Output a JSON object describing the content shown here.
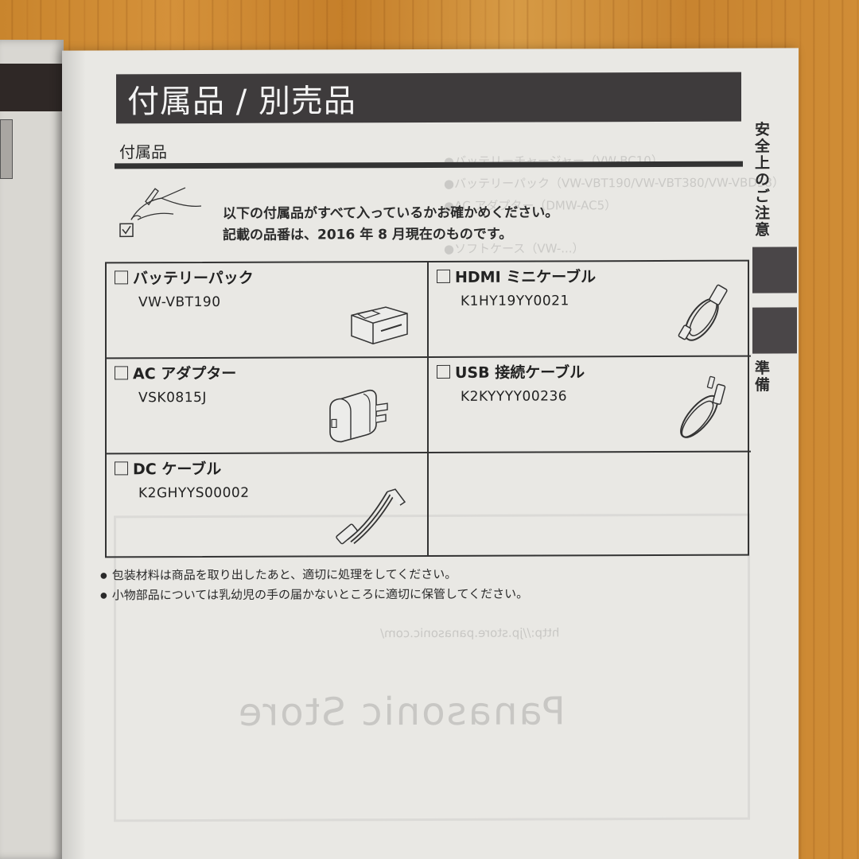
{
  "page": {
    "title": "付属品 / 別売品",
    "section_heading": "付属品",
    "intro_lines": [
      "以下の付属品がすべて入っているかお確かめください。",
      "記載の品番は、2016 年 8 月現在のものです。"
    ],
    "items": [
      {
        "name": "バッテリーパック",
        "code": "VW-VBT190",
        "illustration": "battery-pack"
      },
      {
        "name": "HDMI ミニケーブル",
        "code": "K1HY19YY0021",
        "illustration": "hdmi-cable"
      },
      {
        "name": "AC アダプター",
        "code": "VSK0815J",
        "illustration": "ac-adapter"
      },
      {
        "name": "USB 接続ケーブル",
        "code": "K2KYYYY00236",
        "illustration": "usb-cable"
      },
      {
        "name": "DC ケーブル",
        "code": "K2GHYYS00002",
        "illustration": "dc-cable"
      }
    ],
    "notes": [
      "包装材料は商品を取り出したあと、適切に処理をしてください。",
      "小物部品については乳幼児の手の届かないところに適切に保管してください。"
    ],
    "side_tabs": {
      "safety": "安全上のご注意",
      "preparation": "準備"
    },
    "show_through": {
      "store_name": "Panasonic Store",
      "url": "http://jp.store.panasonic.com/"
    }
  },
  "colors": {
    "title_bar": "#3e3b3c",
    "paper": "#e9e8e4",
    "text": "#2a2a2a",
    "wood": "#cc8a33",
    "side_block": "#4a4648"
  }
}
